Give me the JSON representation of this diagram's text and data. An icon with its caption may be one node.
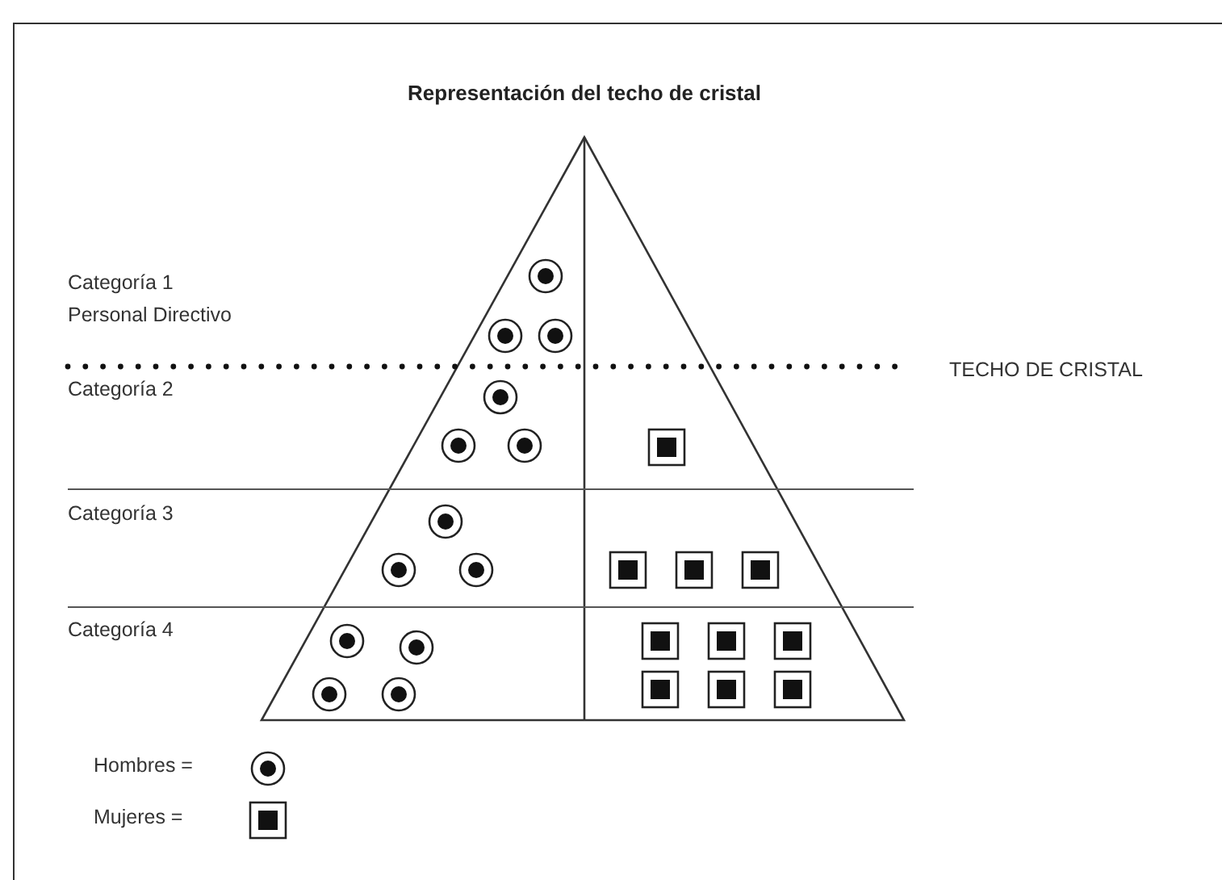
{
  "diagram": {
    "title": "Representación del techo de cristal",
    "labels": [
      "Categoría 1 Personal Directivo",
      "TECHO DE CRISTAL",
      "Categoría 2",
      "Categoría 3",
      "Categoría 4"
    ],
    "legend": [
      {
        "text": "Hombres ="
      },
      {
        "text": "Mujeres ="
      }
    ]
  }
}
